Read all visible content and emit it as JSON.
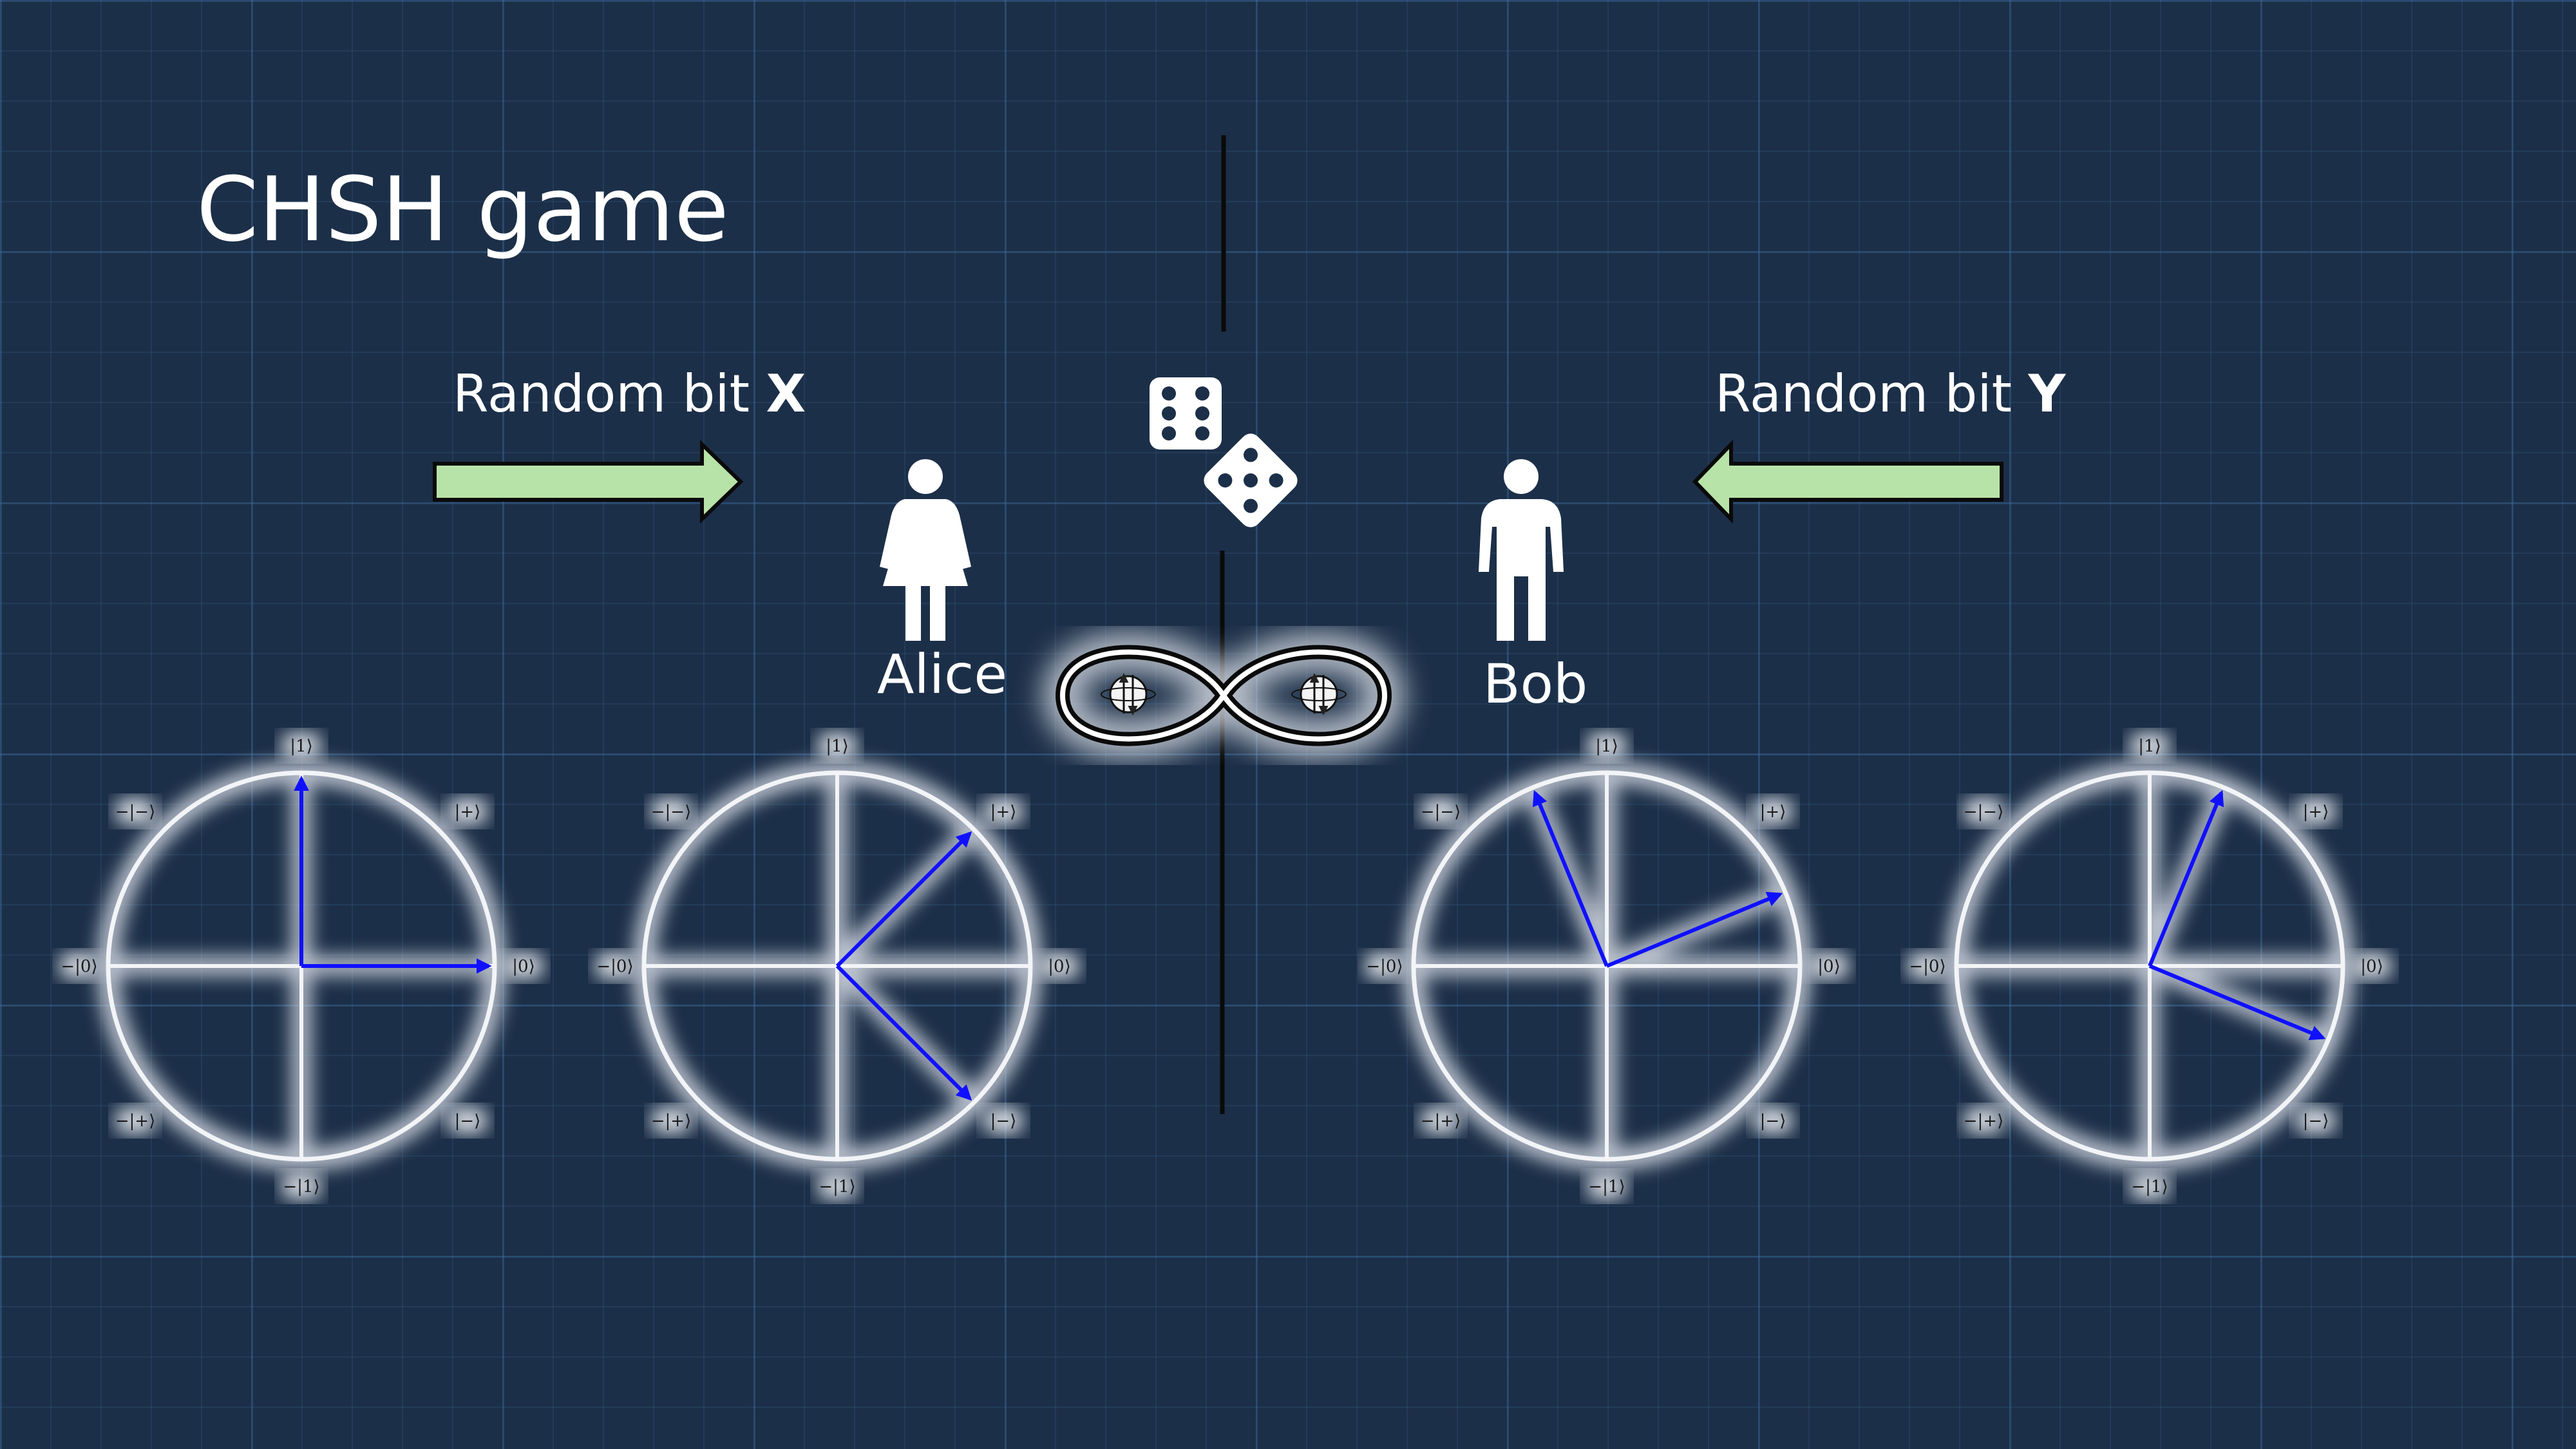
{
  "title": "CHSH game",
  "random_x": {
    "prefix": "Random bit ",
    "bit": "X"
  },
  "random_y": {
    "prefix": "Random bit ",
    "bit": "Y"
  },
  "players": {
    "alice": "Alice",
    "bob": "Bob"
  },
  "state_labels": {
    "one": "|1⟩",
    "plus": "|+⟩",
    "zero": "|0⟩",
    "minus": "|−⟩",
    "neg_one": "−|1⟩",
    "neg_minus": "−|−⟩",
    "neg_zero": "−|0⟩",
    "neg_plus": "−|+⟩"
  },
  "colors": {
    "background": "#1c2f48",
    "arrow_fill": "#b8e3a8",
    "vector": "#1010ff",
    "circle": "#e8ecf2"
  },
  "icons": [
    "dice-icon",
    "female-person-icon",
    "male-person-icon",
    "entanglement-infinity-icon",
    "right-arrow-icon",
    "left-arrow-icon"
  ],
  "measurement_circles": [
    {
      "owner": "Alice",
      "vectors_deg": [
        90,
        0
      ]
    },
    {
      "owner": "Alice",
      "vectors_deg": [
        45,
        -45
      ]
    },
    {
      "owner": "Bob",
      "vectors_deg": [
        112.5,
        22.5
      ]
    },
    {
      "owner": "Bob",
      "vectors_deg": [
        67.5,
        -22.5
      ]
    }
  ]
}
